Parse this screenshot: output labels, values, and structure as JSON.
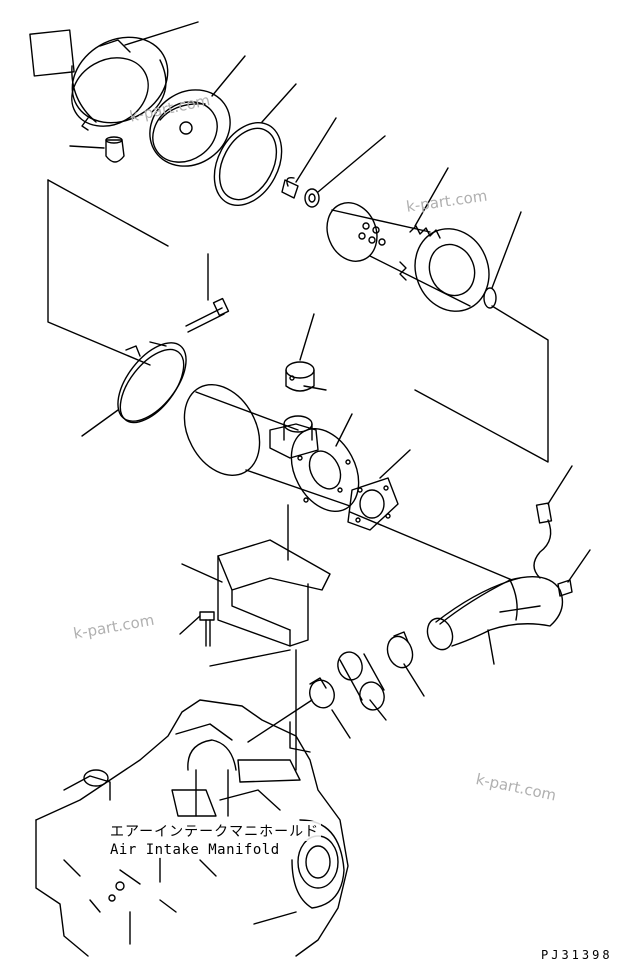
{
  "labels": {
    "japanese": "エアーインテークマニホールド",
    "english": "Air Intake Manifold",
    "drawing_code": "PJ31398"
  },
  "watermark": "k-part.com",
  "colors": {
    "line": "#000000",
    "background": "#ffffff",
    "watermark": "#b0b0b0"
  }
}
